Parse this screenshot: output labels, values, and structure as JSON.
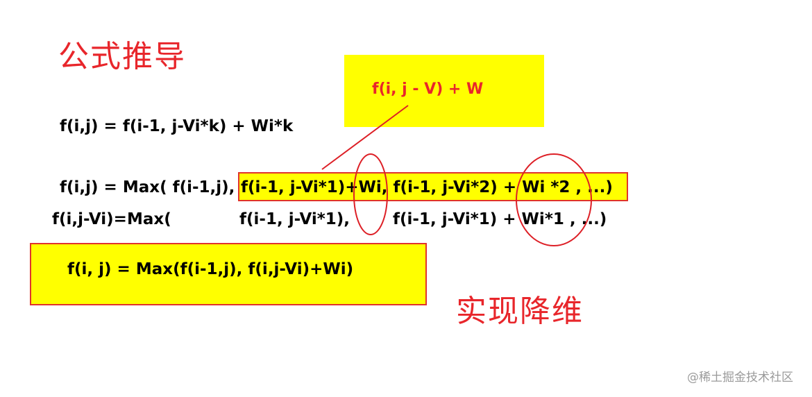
{
  "colors": {
    "title_red": "#e8262b",
    "yellow": "#ffff00",
    "box_border": "#e0332b",
    "ellipse_red": "#dd1f26",
    "watermark_gray": "#9a9a9a"
  },
  "titles": {
    "derivation": "公式推导",
    "dimension_reduction": "实现降维"
  },
  "callout": {
    "text": "f(i, j - V) + W"
  },
  "formulas": {
    "line1": "f(i,j) = f(i-1, j-Vi*k) + Wi*k",
    "line2_prefix": "f(i,j) = Max( f(i-1,j),",
    "line2_highlight": "f(i-1, j-Vi*1)+Wi, f(i-1, j-Vi*2) + Wi *2 , ...)",
    "line3_prefix": "f(i,j-Vi)=Max(",
    "line3_term1": "f(i-1, j-Vi*1),",
    "line3_term2": "f(i-1, j-Vi*1) + Wi*1 , ...)",
    "result": "f(i, j) = Max(f(i-1,j), f(i,j-Vi)+Wi)"
  },
  "watermark": "@稀土掘金技术社区"
}
